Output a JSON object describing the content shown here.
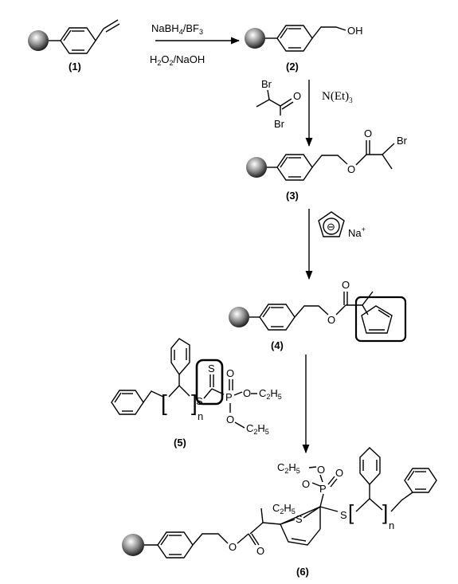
{
  "compounds": {
    "c1": "(1)",
    "c2": "(2)",
    "c3": "(3)",
    "c4": "(4)",
    "c5": "(5)",
    "c6": "(6)"
  },
  "reagents": {
    "step1_top_main": "NaBH",
    "step1_top_sub1": "4",
    "step1_top_mid": "/BF",
    "step1_top_sub2": "3",
    "step1_bottom_a": "H",
    "step1_bottom_sub1": "2",
    "step1_bottom_b": "O",
    "step1_bottom_sub2": "2",
    "step1_bottom_c": "/NaOH",
    "step2_base": "N(Et)",
    "step2_base_sub": "3",
    "step3_cation": "Na",
    "step3_charge": "+",
    "step3_anion_charge": "⊖"
  },
  "atoms": {
    "oh": "OH",
    "br": "Br",
    "o": "O",
    "s": "S",
    "p": "P",
    "c": "C",
    "h": "H",
    "ethyl_sub1": "2",
    "ethyl_sub2": "5",
    "n": "n",
    "bracket_l": "[",
    "bracket_r": "]"
  }
}
